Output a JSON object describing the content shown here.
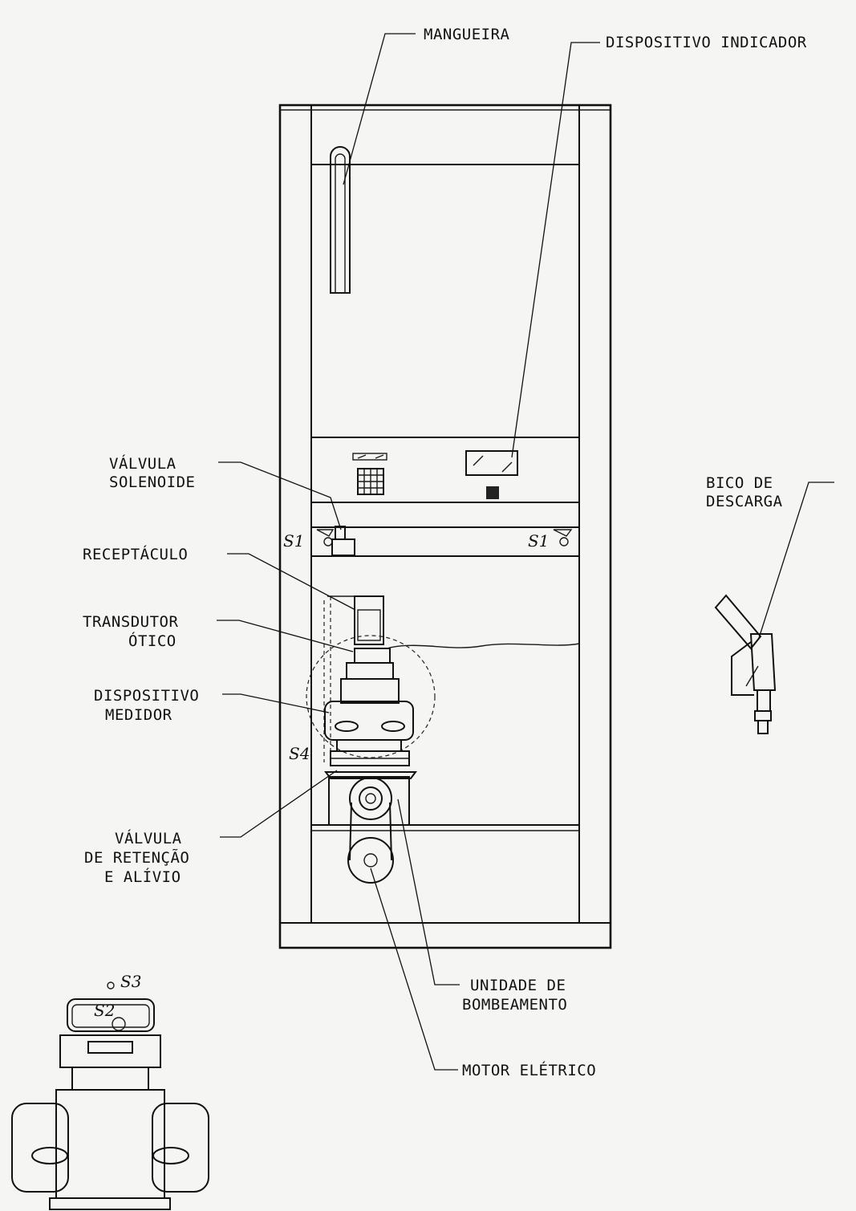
{
  "labels": {
    "mangueira": "MANGUEIRA",
    "dispositivo_indicador": "DISPOSITIVO INDICADOR",
    "valvula_solenoide_1": "VÁLVULA",
    "valvula_solenoide_2": "SOLENOIDE",
    "receptaculo": "RECEPTÁCULO",
    "transdutor_1": "TRANSDUTOR",
    "transdutor_2": "ÓTICO",
    "medidor_1": "DISPOSITIVO",
    "medidor_2": "MEDIDOR",
    "retencao_1": "VÁLVULA",
    "retencao_2": "DE RETENÇÃO",
    "retencao_3": "E ALÍVIO",
    "bico_1": "BICO DE",
    "bico_2": "DESCARGA",
    "bombeamento_1": "UNIDADE DE",
    "bombeamento_2": "BOMBEAMENTO",
    "motor": "MOTOR ELÉTRICO"
  },
  "seal_tags": {
    "s1_left": "S1",
    "s1_right": "S1",
    "s2": "S2",
    "s3": "S3",
    "s4": "S4"
  }
}
